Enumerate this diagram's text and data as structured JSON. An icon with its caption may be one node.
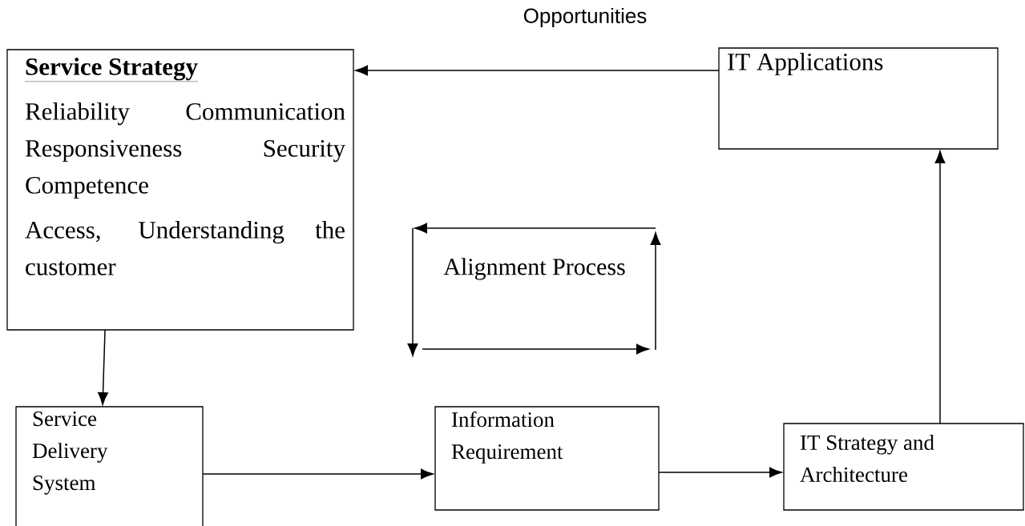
{
  "diagram": {
    "nodes": [
      {
        "text": [
          "Service Strategy",
          "Reliability Communication Responsiveness Security Competence",
          "Access, Understanding the customer"
        ]
      },
      {
        "text": [
          "IT Applications"
        ]
      },
      {
        "text": [
          "Service Delivery System"
        ]
      },
      {
        "text": [
          "Information Requirement"
        ]
      },
      {
        "text": [
          "IT Strategy and Architecture"
        ]
      }
    ],
    "edges": [
      {
        "from": 1,
        "to": 0,
        "arrow": "to"
      },
      {
        "from": 0,
        "to": 2,
        "arrow": "to"
      },
      {
        "from": 2,
        "to": 3,
        "arrow": "to"
      },
      {
        "from": 3,
        "to": 4,
        "arrow": "to"
      },
      {
        "from": 4,
        "to": 1,
        "arrow": "to"
      }
    ],
    "labels": [
      "Opportunities",
      "Alignment Process"
    ]
  }
}
